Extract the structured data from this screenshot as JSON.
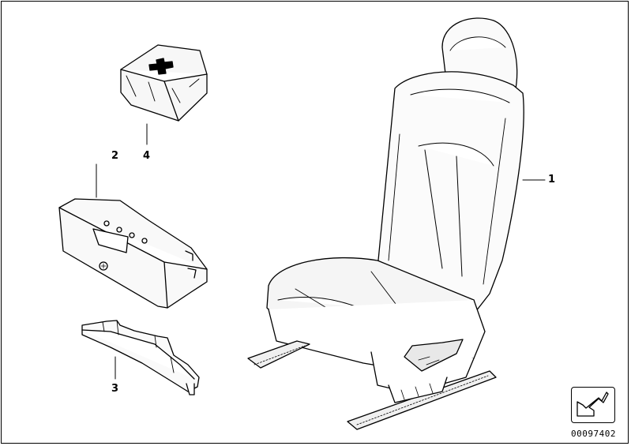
{
  "diagram": {
    "callouts": {
      "seat": "1",
      "storage_box": "2",
      "bracket": "3",
      "first_aid_kit": "4"
    },
    "document_number": "00097402",
    "nav_icon": "return-arrow-icon"
  }
}
